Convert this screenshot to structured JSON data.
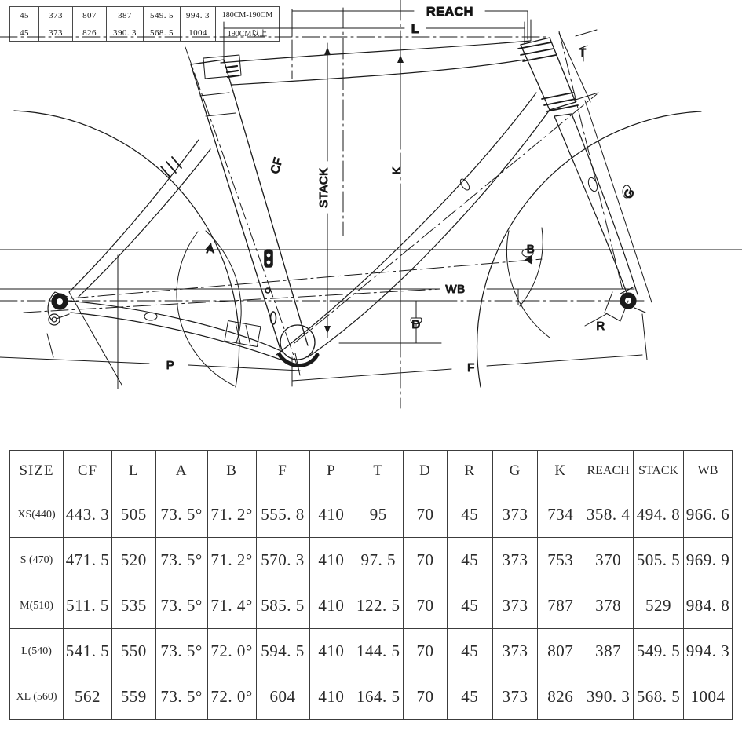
{
  "fragment_table": {
    "rows": [
      {
        "cells": [
          "45",
          "373",
          "807",
          "387",
          "549. 5",
          "994. 3"
        ],
        "height_range": "180CM-190CM"
      },
      {
        "cells": [
          "45",
          "373",
          "826",
          "390. 3",
          "568. 5",
          "1004"
        ],
        "height_range": "190CM以上"
      }
    ]
  },
  "drawing": {
    "title": "bicycle-frame-geometry-drawing",
    "labels": {
      "reach": "REACH",
      "l": "L",
      "stack": "STACK",
      "k": "K",
      "cf": "CF",
      "a": "A",
      "b": "B",
      "t": "T",
      "g": "G",
      "d": "D",
      "r": "R",
      "p": "P",
      "f": "F",
      "wb": "WB"
    },
    "line_color": "#1a1a1a"
  },
  "geometry_table": {
    "headers": [
      "SIZE",
      "CF",
      "L",
      "A",
      "B",
      "F",
      "P",
      "T",
      "D",
      "R",
      "G",
      "K",
      "REACH",
      "STACK",
      "WB"
    ],
    "rows": [
      {
        "size": "XS(440)",
        "values": [
          "443. 3",
          "505",
          "73. 5°",
          "71. 2°",
          "555. 8",
          "410",
          "95",
          "70",
          "45",
          "373",
          "734",
          "358. 4",
          "494. 8",
          "966. 6"
        ]
      },
      {
        "size": "S (470)",
        "values": [
          "471. 5",
          "520",
          "73. 5°",
          "71. 2°",
          "570. 3",
          "410",
          "97. 5",
          "70",
          "45",
          "373",
          "753",
          "370",
          "505. 5",
          "969. 9"
        ]
      },
      {
        "size": "M(510)",
        "values": [
          "511. 5",
          "535",
          "73. 5°",
          "71. 4°",
          "585. 5",
          "410",
          "122. 5",
          "70",
          "45",
          "373",
          "787",
          "378",
          "529",
          "984. 8"
        ]
      },
      {
        "size": "L(540)",
        "values": [
          "541. 5",
          "550",
          "73. 5°",
          "72. 0°",
          "594. 5",
          "410",
          "144. 5",
          "70",
          "45",
          "373",
          "807",
          "387",
          "549. 5",
          "994. 3"
        ]
      },
      {
        "size": "XL (560)",
        "values": [
          "562",
          "559",
          "73. 5°",
          "72. 0°",
          "604",
          "410",
          "164. 5",
          "70",
          "45",
          "373",
          "826",
          "390. 3",
          "568. 5",
          "1004"
        ]
      }
    ]
  }
}
